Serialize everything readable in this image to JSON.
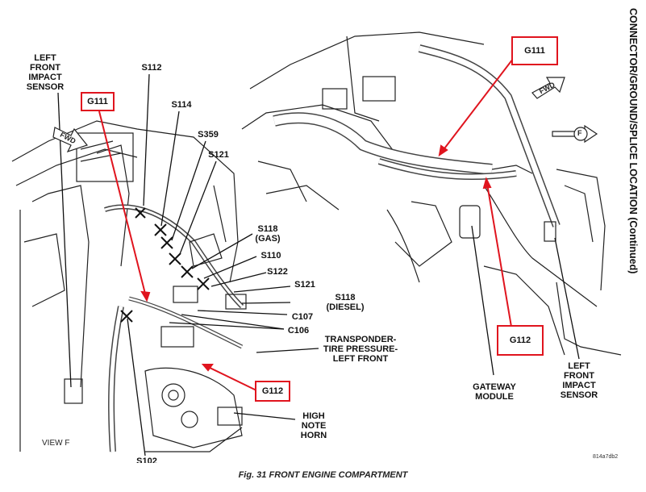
{
  "side_title": "CONNECTOR/GROUND/SPLICE LOCATION  (Continued)",
  "caption": "Fig. 31 FRONT ENGINE COMPARTMENT",
  "view_label": "VIEW F",
  "image_code": "814a7db2",
  "arrows": {
    "fwd": "FWD",
    "front": "F"
  },
  "highlight_color": "#e0141e",
  "labels": {
    "left_front_impact_sensor_left": "LEFT\nFRONT\nIMPACT\nSENSOR",
    "s112": "S112",
    "s114": "S114",
    "s359": "S359",
    "s121_top": "S121",
    "s118_gas": "S118\n(GAS)",
    "s110": "S110",
    "s122": "S122",
    "s121": "S121",
    "s118_diesel": "S118\n(DIESEL)",
    "c107": "C107",
    "c106": "C106",
    "transponder": "TRANSPONDER-\nTIRE PRESSURE-\nLEFT FRONT",
    "high_note_horn": "HIGH\nNOTE\nHORN",
    "s102": "S102",
    "gateway_module": "GATEWAY\nMODULE",
    "left_front_impact_sensor_right": "LEFT\nFRONT\nIMPACT\nSENSOR"
  },
  "callouts": {
    "g111_left": "G111",
    "g112_left": "G112",
    "g111_right": "G111",
    "g112_right": "G112"
  }
}
